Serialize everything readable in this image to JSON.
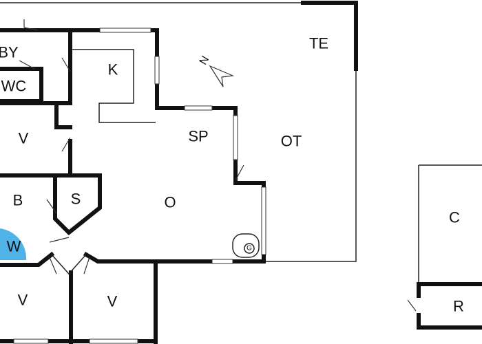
{
  "plan": {
    "rooms": [
      {
        "id": "by",
        "label": "BY"
      },
      {
        "id": "wc",
        "label": "WC"
      },
      {
        "id": "k",
        "label": "K"
      },
      {
        "id": "te",
        "label": "TE"
      },
      {
        "id": "v1",
        "label": "V"
      },
      {
        "id": "sp",
        "label": "SP"
      },
      {
        "id": "ot",
        "label": "OT"
      },
      {
        "id": "b",
        "label": "B"
      },
      {
        "id": "s",
        "label": "S"
      },
      {
        "id": "o",
        "label": "O"
      },
      {
        "id": "c",
        "label": "C"
      },
      {
        "id": "w",
        "label": "W"
      },
      {
        "id": "v2",
        "label": "V"
      },
      {
        "id": "v3",
        "label": "V"
      },
      {
        "id": "r",
        "label": "R"
      }
    ],
    "compass_label": "N",
    "stove_label": "G",
    "colors": {
      "wall": "#111111",
      "whirlpool": "#4fb3e8"
    }
  }
}
